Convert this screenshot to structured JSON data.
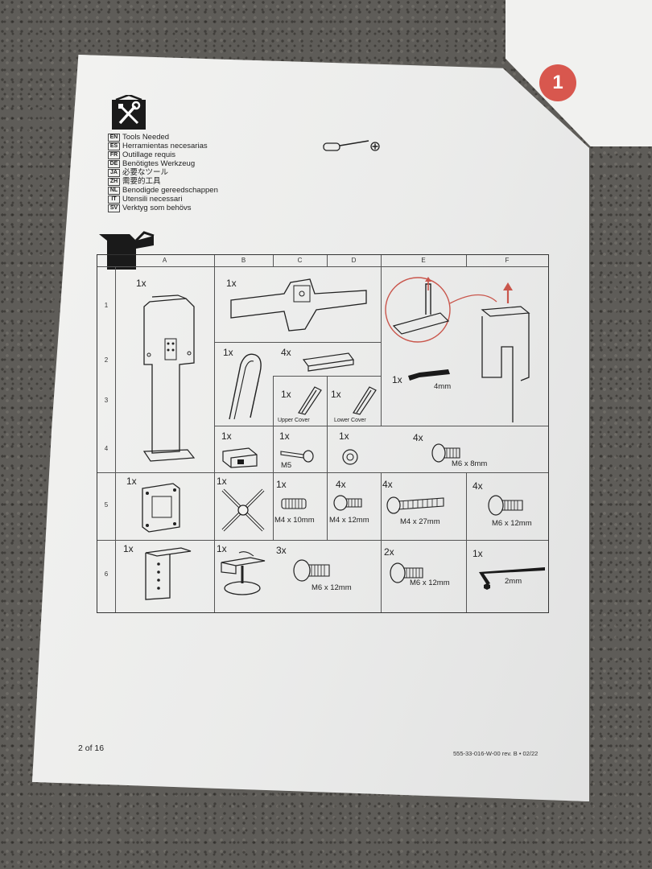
{
  "corner_badge": "1",
  "tools": {
    "items": [
      {
        "code": "EN",
        "text": "Tools Needed"
      },
      {
        "code": "ES",
        "text": "Herramientas necesarias"
      },
      {
        "code": "FR",
        "text": "Outillage requis"
      },
      {
        "code": "DE",
        "text": "Benötigtes Werkzeug"
      },
      {
        "code": "JA",
        "text": "必要なツール"
      },
      {
        "code": "ZH",
        "text": "需要的工具"
      },
      {
        "code": "NL",
        "text": "Benodigde gereedschappen"
      },
      {
        "code": "IT",
        "text": "Utensili necessari"
      },
      {
        "code": "SV",
        "text": "Verktyg som behövs"
      }
    ]
  },
  "grid": {
    "columns": [
      "A",
      "B",
      "C",
      "D",
      "E",
      "F"
    ],
    "rows": [
      "1",
      "2",
      "3",
      "4",
      "5",
      "6"
    ]
  },
  "parts": {
    "a1": {
      "qty": "1x"
    },
    "b1": {
      "qty": "1x"
    },
    "b2": {
      "qty": "1x"
    },
    "c2": {
      "qty": "4x"
    },
    "c3": {
      "qty": "1x",
      "label": "Upper Cover"
    },
    "d3": {
      "qty": "1x",
      "label": "Lower Cover"
    },
    "e3": {
      "qty": "1x",
      "label": "4mm"
    },
    "b4": {
      "qty": "1x"
    },
    "c4": {
      "qty": "1x",
      "label": "M5"
    },
    "d4": {
      "qty": "1x"
    },
    "e4": {
      "qty": "4x",
      "label": "M6 x 8mm"
    },
    "a5": {
      "qty": "1x"
    },
    "b5": {
      "qty": "1x"
    },
    "c5": {
      "qty": "1x",
      "label": "M4 x 10mm"
    },
    "d5": {
      "qty": "4x",
      "label": "M4 x 12mm"
    },
    "e5": {
      "qty": "4x",
      "label": "M4 x 27mm"
    },
    "f5": {
      "qty": "4x",
      "label": "M6 x 12mm"
    },
    "a6": {
      "qty": "1x"
    },
    "b6": {
      "qty": "1x"
    },
    "c6": {
      "qty": "3x",
      "label": "M6 x 12mm"
    },
    "e6": {
      "qty": "2x",
      "label": "M6 x 12mm"
    },
    "f6": {
      "qty": "1x",
      "label": "2mm"
    }
  },
  "footer": {
    "page": "2 of 16",
    "doc_code": "555-33-016-W-00 rev. B • 02/22"
  },
  "colors": {
    "accent": "#d8574e",
    "paper": "#f3f3f1",
    "ink": "#222222"
  }
}
